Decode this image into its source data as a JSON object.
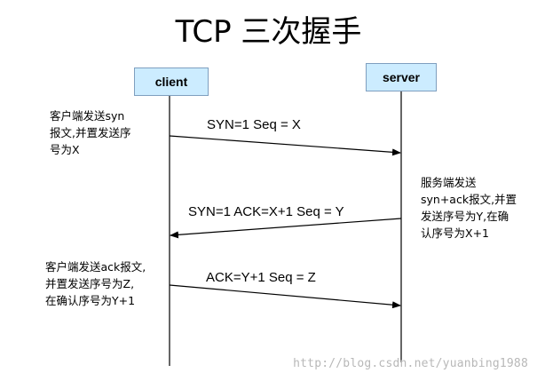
{
  "title": "TCP 三次握手",
  "actors": {
    "client": "client",
    "server": "server"
  },
  "messages": [
    {
      "label": "SYN=1  Seq = X",
      "from": "client",
      "to": "server"
    },
    {
      "label": "SYN=1  ACK=X+1 Seq = Y",
      "from": "server",
      "to": "client"
    },
    {
      "label": "ACK=Y+1 Seq = Z",
      "from": "client",
      "to": "server"
    }
  ],
  "notes": {
    "client_send_syn": [
      "客户端发送syn",
      "报文,并置发送序",
      "号为X"
    ],
    "server_send_synack": [
      "服务端发送",
      "syn+ack报文,并置",
      "发送序号为Y,在确",
      "认序号为X+1"
    ],
    "client_send_ack": [
      "客户端发送ack报文,",
      "并置发送序号为Z,",
      "在确认序号为Y+1"
    ]
  },
  "watermark": "http://blog.csdn.net/yuanbing1988",
  "colors": {
    "actor_fill": "#ccecff",
    "actor_border": "#7f9fbf",
    "line": "#000000",
    "watermark": "#b8b8b8"
  }
}
